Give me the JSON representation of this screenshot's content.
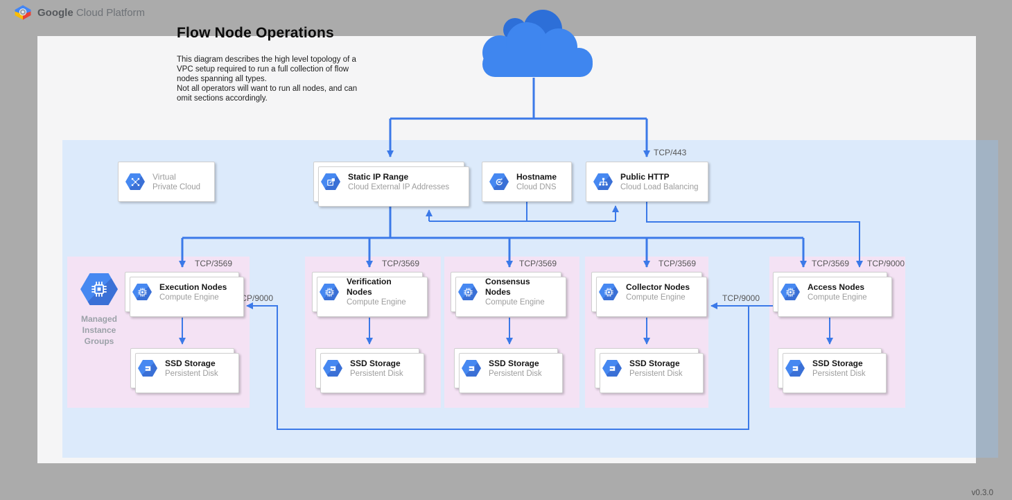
{
  "header": {
    "brand_bold": "Google",
    "brand_rest": "Cloud Platform"
  },
  "title": "Flow Node Operations",
  "description": "This diagram describes the high level topology of a\nVPC setup required to run a full collection of flow\nnodes spanning all types.\nNot all operators will want to run all nodes, and can\nomit sections accordingly.",
  "version": "v0.3.0",
  "labels": {
    "tcp443": "TCP/443",
    "tcp3569": "TCP/3569",
    "tcp9000": "TCP/9000",
    "mig": "Managed\nInstance\nGroups"
  },
  "cards": {
    "vpc": {
      "title": "Virtual",
      "subtitle": "Private Cloud"
    },
    "static_ip": {
      "title": "Static IP Range",
      "subtitle": "Cloud External IP Addresses"
    },
    "hostname": {
      "title": "Hostname",
      "subtitle": "Cloud DNS"
    },
    "public_http": {
      "title": "Public HTTP",
      "subtitle": "Cloud Load Balancing"
    }
  },
  "sections": {
    "execution": {
      "node_title": "Execution Nodes",
      "node_subtitle": "Compute Engine",
      "storage_title": "SSD Storage",
      "storage_subtitle": "Persistent Disk"
    },
    "verification": {
      "node_title": "Verification Nodes",
      "node_subtitle": "Compute Engine",
      "storage_title": "SSD Storage",
      "storage_subtitle": "Persistent Disk"
    },
    "consensus": {
      "node_title": "Consensus Nodes",
      "node_subtitle": "Compute Engine",
      "storage_title": "SSD Storage",
      "storage_subtitle": "Persistent Disk"
    },
    "collector": {
      "node_title": "Collector Nodes",
      "node_subtitle": "Compute Engine",
      "storage_title": "SSD Storage",
      "storage_subtitle": "Persistent Disk"
    },
    "access": {
      "node_title": "Access Nodes",
      "node_subtitle": "Compute Engine",
      "storage_title": "SSD Storage",
      "storage_subtitle": "Persistent Disk"
    }
  },
  "colors": {
    "desktop_bg": "#ababab",
    "canvas_bg": "#f5f5f6",
    "vpc_region_bg": "#dceafb",
    "section_bg": "#f4e2f4",
    "arrow_blue": "#3b79e8",
    "icon_hex_blue": "#4285f4",
    "cloud_light": "#3f86ef",
    "cloud_dark": "#2d6fd8"
  }
}
